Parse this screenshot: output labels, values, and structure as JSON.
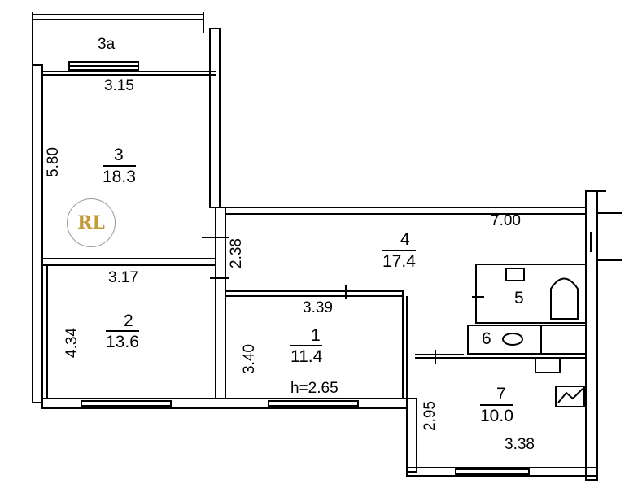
{
  "logo": {
    "text": "RL",
    "color": "#c29a3a"
  },
  "rooms": {
    "r3a": {
      "number": "3а"
    },
    "r3": {
      "number": "3",
      "area": "18.3",
      "width": "3.15",
      "length": "5.80"
    },
    "r2": {
      "number": "2",
      "area": "13.6",
      "width": "3.17",
      "length": "4.34"
    },
    "r1": {
      "number": "1",
      "area": "11.4",
      "width": "3.39",
      "length": "3.40",
      "height": "h=2.65"
    },
    "r4": {
      "number": "4",
      "area": "17.4",
      "width": "7.00",
      "length": "2.38"
    },
    "r5": {
      "number": "5"
    },
    "r6": {
      "number": "6"
    },
    "r7": {
      "number": "7",
      "area": "10.0",
      "width": "3.38",
      "length": "2.95"
    }
  }
}
